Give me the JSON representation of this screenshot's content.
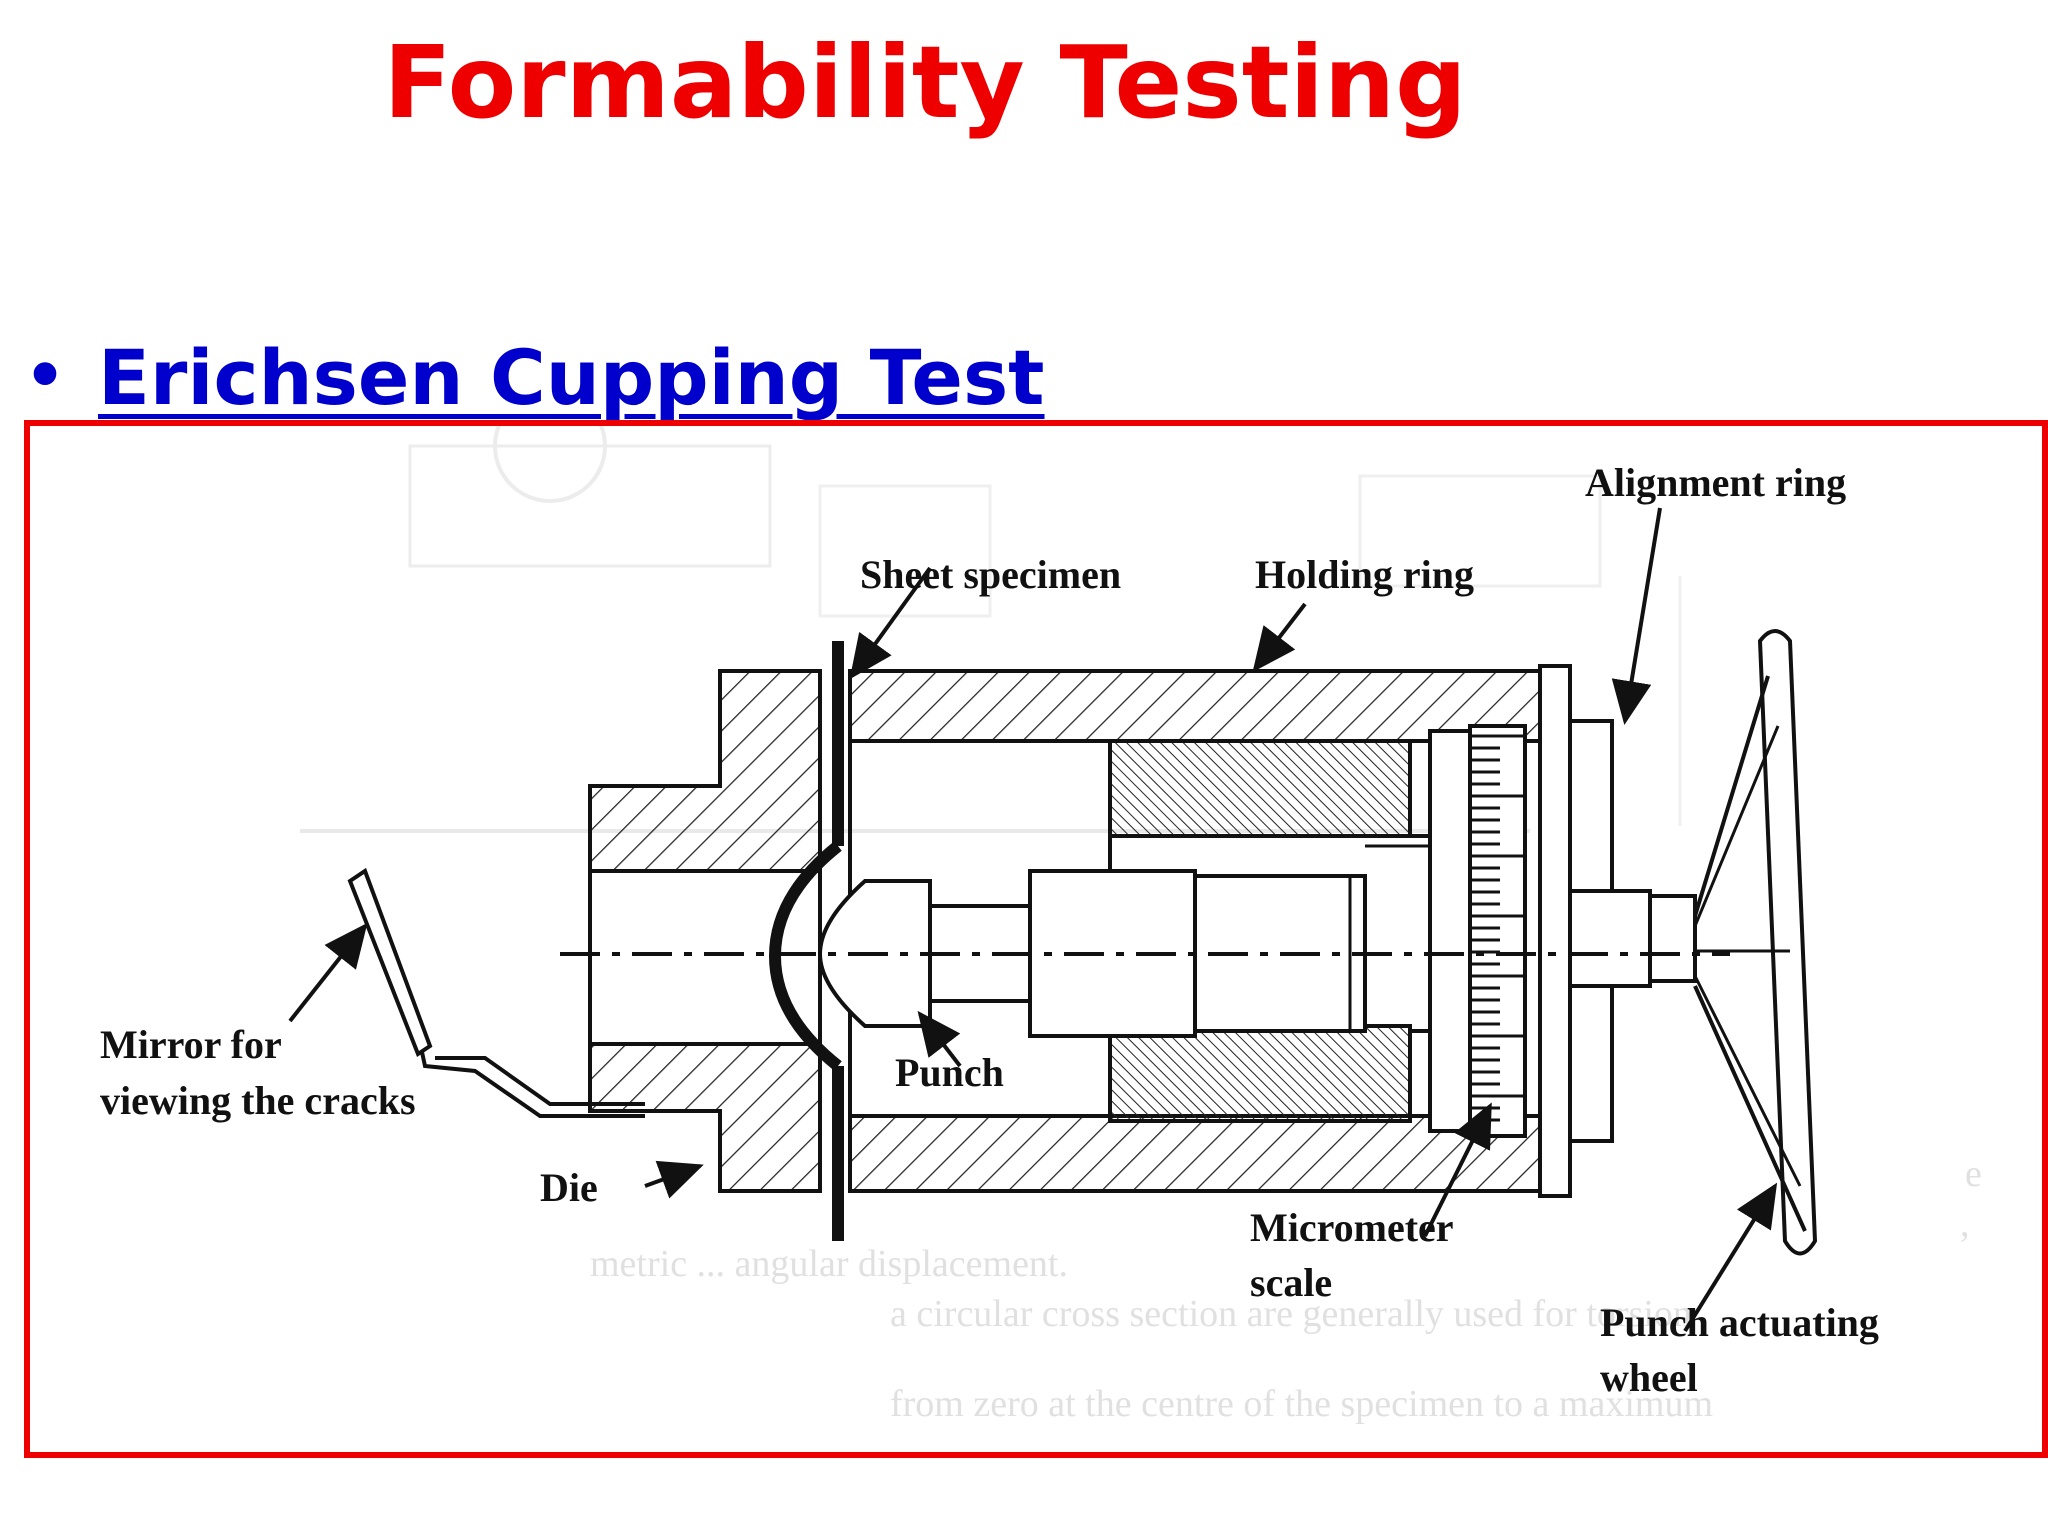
{
  "slide": {
    "title": "Formability Testing",
    "bullet": "Erichsen Cupping Test"
  },
  "colors": {
    "title": "#ee0000",
    "bullet": "#0000cc",
    "frame_border": "#ee0000"
  },
  "diagram": {
    "labels": {
      "alignment_ring": "Alignment ring",
      "sheet_specimen": "Sheet specimen",
      "holding_ring": "Holding ring",
      "mirror_line1": "Mirror for",
      "mirror_line2": "viewing the cracks",
      "punch": "Punch",
      "die": "Die",
      "micrometer_line1": "Micrometer",
      "micrometer_line2": "scale",
      "wheel_line1": "Punch actuating",
      "wheel_line2": "wheel"
    }
  }
}
